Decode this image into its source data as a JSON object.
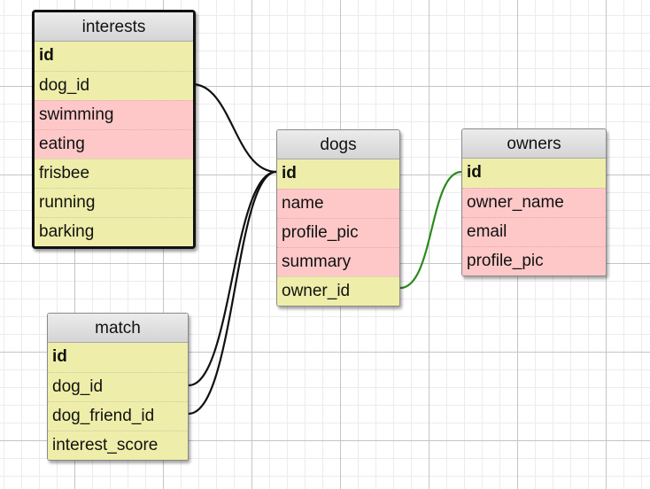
{
  "colors": {
    "field_yellow": "#eeeeaa",
    "field_pink": "#ffc8c8",
    "header": "#dcdcdc",
    "link_black": "#111111",
    "link_green": "#2a8a1a"
  },
  "tables": {
    "interests": {
      "name": "interests",
      "fields": [
        {
          "label": "id",
          "key": true,
          "color": "yellow"
        },
        {
          "label": "dog_id",
          "key": false,
          "color": "yellow"
        },
        {
          "label": "swimming",
          "key": false,
          "color": "pink"
        },
        {
          "label": "eating",
          "key": false,
          "color": "pink"
        },
        {
          "label": "frisbee",
          "key": false,
          "color": "yellow"
        },
        {
          "label": "running",
          "key": false,
          "color": "yellow"
        },
        {
          "label": "barking",
          "key": false,
          "color": "yellow"
        }
      ]
    },
    "dogs": {
      "name": "dogs",
      "fields": [
        {
          "label": "id",
          "key": true,
          "color": "yellow"
        },
        {
          "label": "name",
          "key": false,
          "color": "pink"
        },
        {
          "label": "profile_pic",
          "key": false,
          "color": "pink"
        },
        {
          "label": "summary",
          "key": false,
          "color": "pink"
        },
        {
          "label": "owner_id",
          "key": false,
          "color": "yellow"
        }
      ]
    },
    "owners": {
      "name": "owners",
      "fields": [
        {
          "label": "id",
          "key": true,
          "color": "yellow"
        },
        {
          "label": "owner_name",
          "key": false,
          "color": "pink"
        },
        {
          "label": "email",
          "key": false,
          "color": "pink"
        },
        {
          "label": "profile_pic",
          "key": false,
          "color": "pink"
        }
      ]
    },
    "match": {
      "name": "match",
      "fields": [
        {
          "label": "id",
          "key": true,
          "color": "yellow"
        },
        {
          "label": "dog_id",
          "key": false,
          "color": "yellow"
        },
        {
          "label": "dog_friend_id",
          "key": false,
          "color": "yellow"
        },
        {
          "label": "interest_score",
          "key": false,
          "color": "yellow"
        }
      ]
    }
  },
  "relations": [
    {
      "from": "interests.dog_id",
      "to": "dogs.id",
      "color": "black"
    },
    {
      "from": "match.dog_id",
      "to": "dogs.id",
      "color": "black"
    },
    {
      "from": "match.dog_friend_id",
      "to": "dogs.id",
      "color": "black"
    },
    {
      "from": "dogs.owner_id",
      "to": "owners.id",
      "color": "green"
    }
  ]
}
